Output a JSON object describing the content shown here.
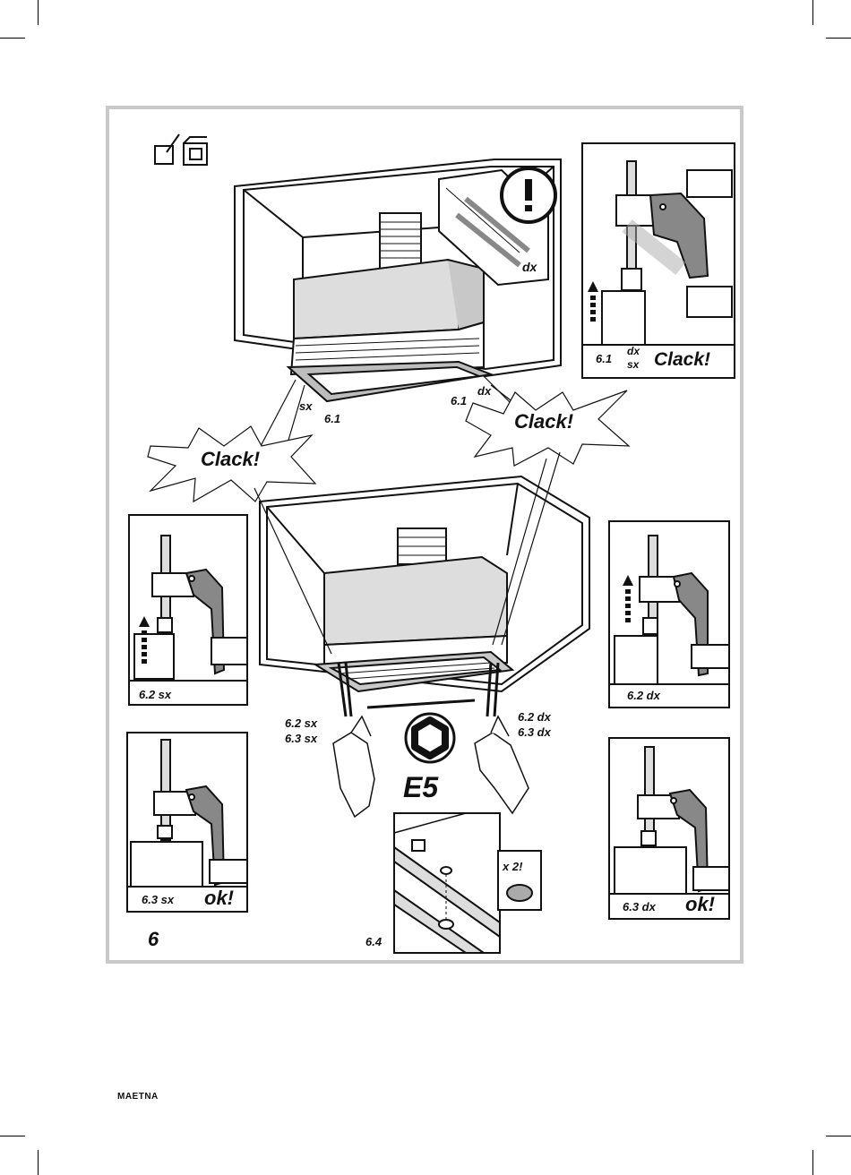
{
  "labels": {
    "figure_number": "6",
    "e5": "E5",
    "clack": "Clack!",
    "ok": "ok!",
    "dx": "dx",
    "sx": "sx",
    "step_6_1": "6.1",
    "step_6_2_sx": "6.2 sx",
    "step_6_2_dx": "6.2 dx",
    "step_6_3_sx": "6.3 sx",
    "step_6_3_dx": "6.3 dx",
    "step_6_4": "6.4",
    "times_two": "x 2!"
  },
  "brand": "ΜΑΕTNA",
  "icons": [
    "warning-icon",
    "wall-mount-icon",
    "cabinet-mount-icon",
    "hex-nut-icon",
    "hand-icon",
    "arrow-up-icon"
  ]
}
